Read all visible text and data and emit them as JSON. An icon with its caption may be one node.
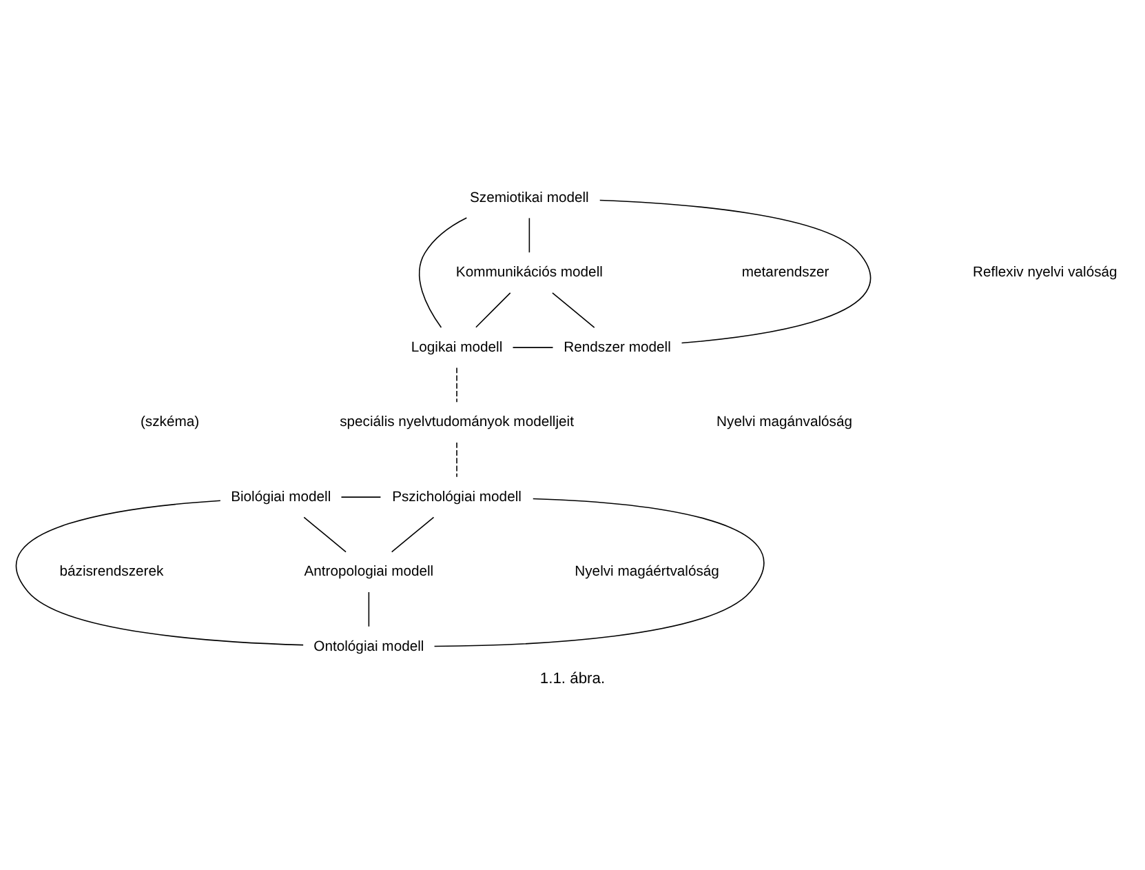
{
  "diagram": {
    "caption": "1.1. ábra.",
    "nodes": [
      {
        "text": [
          "Szemiotikai modell"
        ]
      },
      {
        "text": [
          "Kommunikációs modell"
        ]
      },
      {
        "text": [
          "Logikai modell"
        ]
      },
      {
        "text": [
          "Rendszer modell"
        ]
      },
      {
        "text": [
          "speciális nyelvtudományok modelljeit"
        ]
      },
      {
        "text": [
          "Biológiai modell"
        ]
      },
      {
        "text": [
          "Pszichológiai modell"
        ]
      },
      {
        "text": [
          "Antropologiai modell"
        ]
      },
      {
        "text": [
          "Ontológiai modell"
        ]
      }
    ],
    "edges": [
      {
        "from": 0,
        "to": 1,
        "arrow": "none"
      },
      {
        "from": 0,
        "to": 2,
        "arrow": "none"
      },
      {
        "from": 0,
        "to": 3,
        "arrow": "none"
      },
      {
        "from": 1,
        "to": 2,
        "arrow": "none"
      },
      {
        "from": 1,
        "to": 3,
        "arrow": "none"
      },
      {
        "from": 2,
        "to": 3,
        "arrow": "none"
      },
      {
        "from": 2,
        "to": 4,
        "arrow": "none",
        "style": "dashed"
      },
      {
        "from": 4,
        "to": 6,
        "arrow": "none",
        "style": "dashed"
      },
      {
        "from": 5,
        "to": 6,
        "arrow": "none"
      },
      {
        "from": 5,
        "to": 7,
        "arrow": "none"
      },
      {
        "from": 5,
        "to": 8,
        "arrow": "none"
      },
      {
        "from": 6,
        "to": 7,
        "arrow": "none"
      },
      {
        "from": 6,
        "to": 8,
        "arrow": "none"
      },
      {
        "from": 7,
        "to": 8,
        "arrow": "none"
      }
    ],
    "labels": [
      "metarendszer",
      "Reflexiv nyelvi valóság",
      "(szkéma)",
      "Nyelvi magánvalóság",
      "bázisrendszerek",
      "Nyelvi magáértvalóság"
    ]
  }
}
